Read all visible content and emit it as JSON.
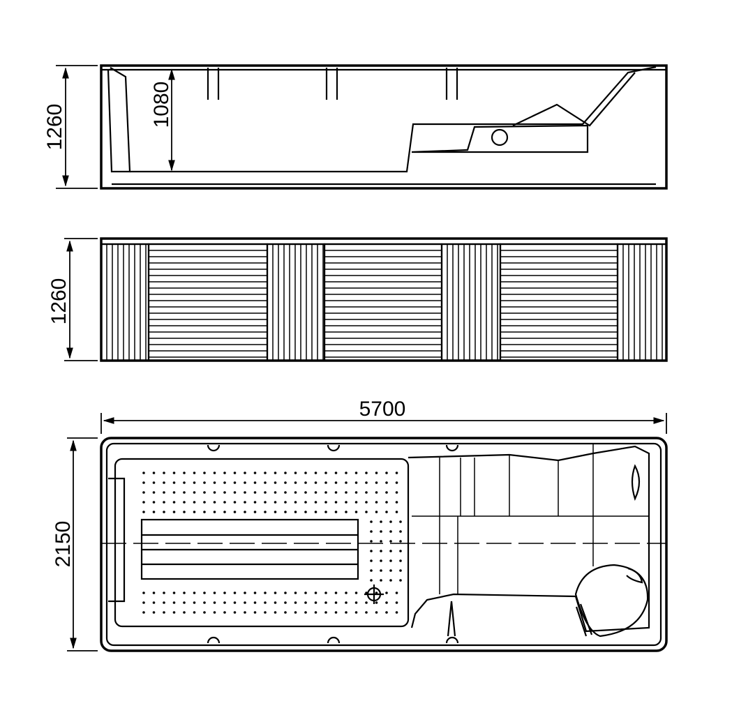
{
  "drawing": {
    "side_view": {
      "overall_height_label": "1260",
      "inner_depth_label": "1080"
    },
    "front_view": {
      "overall_height_label": "1260"
    },
    "plan_view": {
      "length_label": "5700",
      "width_label": "2150"
    },
    "colors": {
      "line": "#000000",
      "background": "#ffffff"
    }
  }
}
